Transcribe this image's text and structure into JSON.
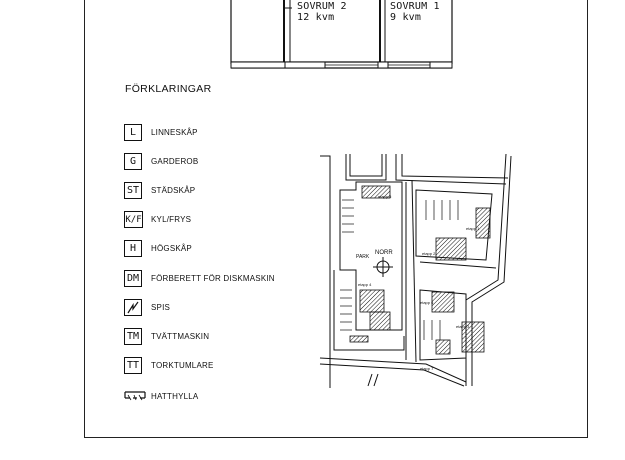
{
  "plan": {
    "rooms": [
      {
        "name": "SOVRUM 2",
        "area": "12 kvm"
      },
      {
        "name": "SOVRUM 1",
        "area": "9 kvm"
      }
    ]
  },
  "legend": {
    "title": "FÖRKLARINGAR",
    "items": [
      {
        "symbol": "L",
        "label": "LINNESKÅP"
      },
      {
        "symbol": "G",
        "label": "GARDEROB"
      },
      {
        "symbol": "ST",
        "label": "STÄDSKÅP"
      },
      {
        "symbol": "K/F",
        "label": "KYL/FRYS"
      },
      {
        "symbol": "H",
        "label": "HÖGSKÅP"
      },
      {
        "symbol": "DM",
        "label": "FÖRBERETT FÖR DISKMASKIN"
      },
      {
        "symbol": "spis-icon",
        "label": "SPIS"
      },
      {
        "symbol": "TM",
        "label": "TVÄTTMASKIN"
      },
      {
        "symbol": "TT",
        "label": "TORKTUMLARE"
      },
      {
        "symbol": "hat-shelf-icon",
        "label": "HATTHYLLA"
      }
    ]
  },
  "site_map": {
    "north_label": "NORR",
    "park_label": "PARK",
    "stage_labels": [
      "etapp 1",
      "etapp 2",
      "etapp 3",
      "etapp 4",
      "etapp 5",
      "etapp 6",
      "etapp 7"
    ]
  }
}
